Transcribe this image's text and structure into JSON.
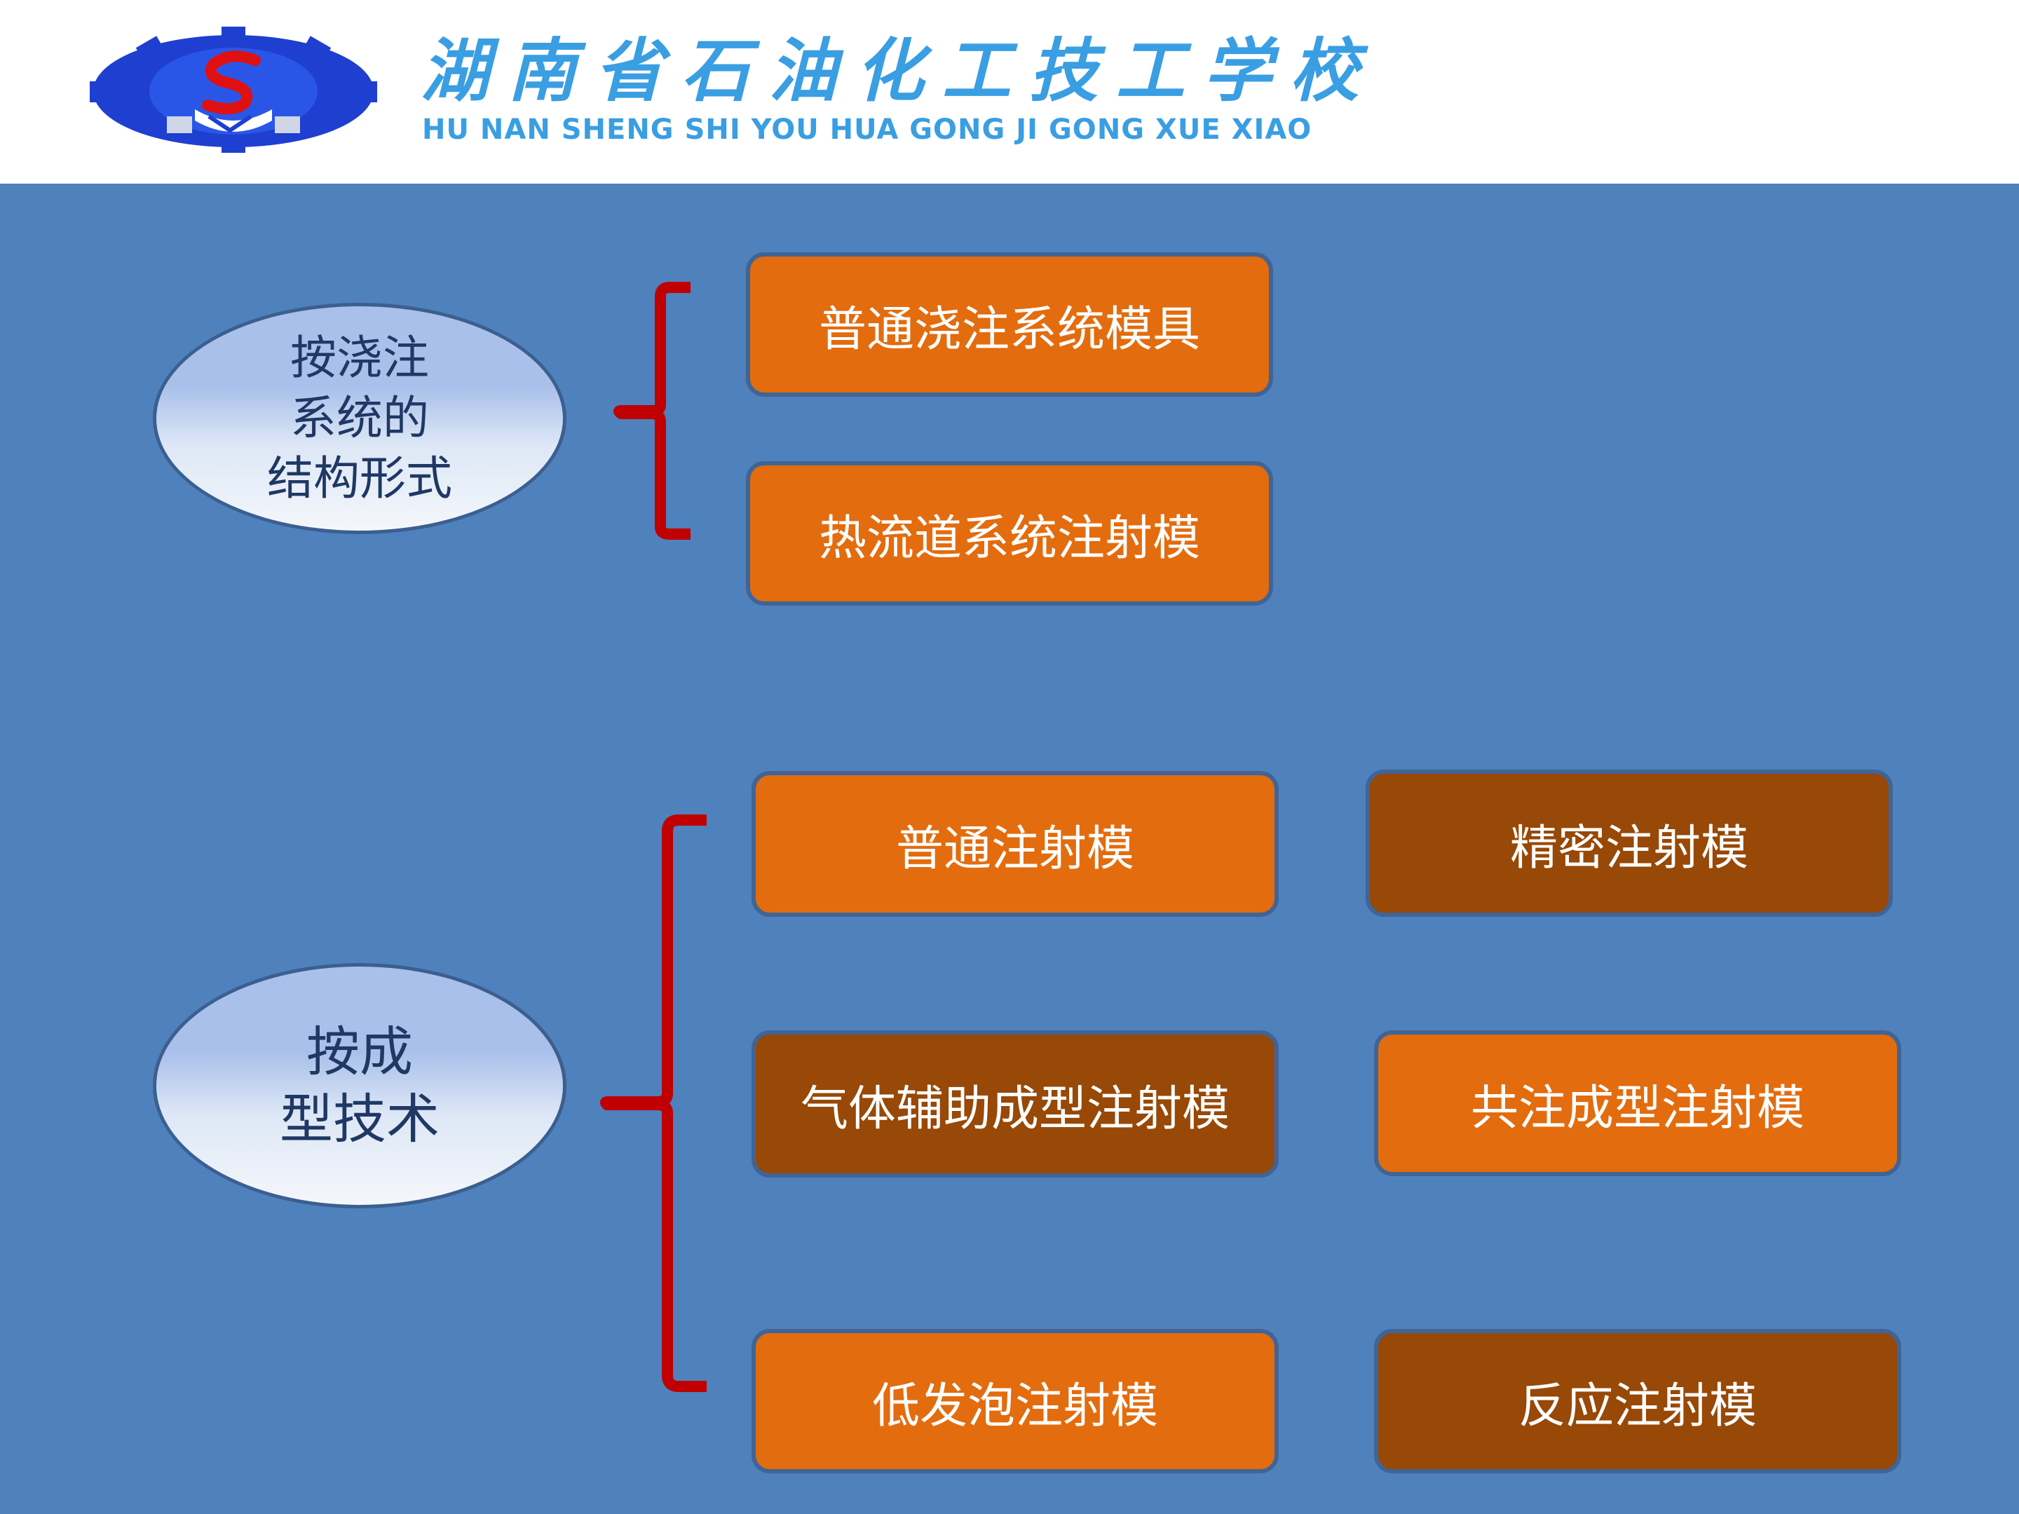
{
  "header": {
    "school_name_cn": "湖南省石油化工技工学校",
    "school_name_en": "HU NAN SHENG SHI YOU HUA GONG JI GONG XUE XIAO"
  },
  "colors": {
    "background": "#4f81bd",
    "bracket": "#c00000",
    "box_orange": "#e36c0e",
    "box_brown": "#984807",
    "ellipse_text": "#1f3864"
  },
  "groups": [
    {
      "category": "按浇注\n系统的\n结构形式",
      "items": [
        "普通浇注系统模具",
        "热流道系统注射模"
      ]
    },
    {
      "category": "按成\n型技术",
      "items": [
        "普通注射模",
        "精密注射模",
        "气体辅助成型注射模",
        "共注成型注射模",
        "低发泡注射模",
        "反应注射模"
      ]
    }
  ]
}
